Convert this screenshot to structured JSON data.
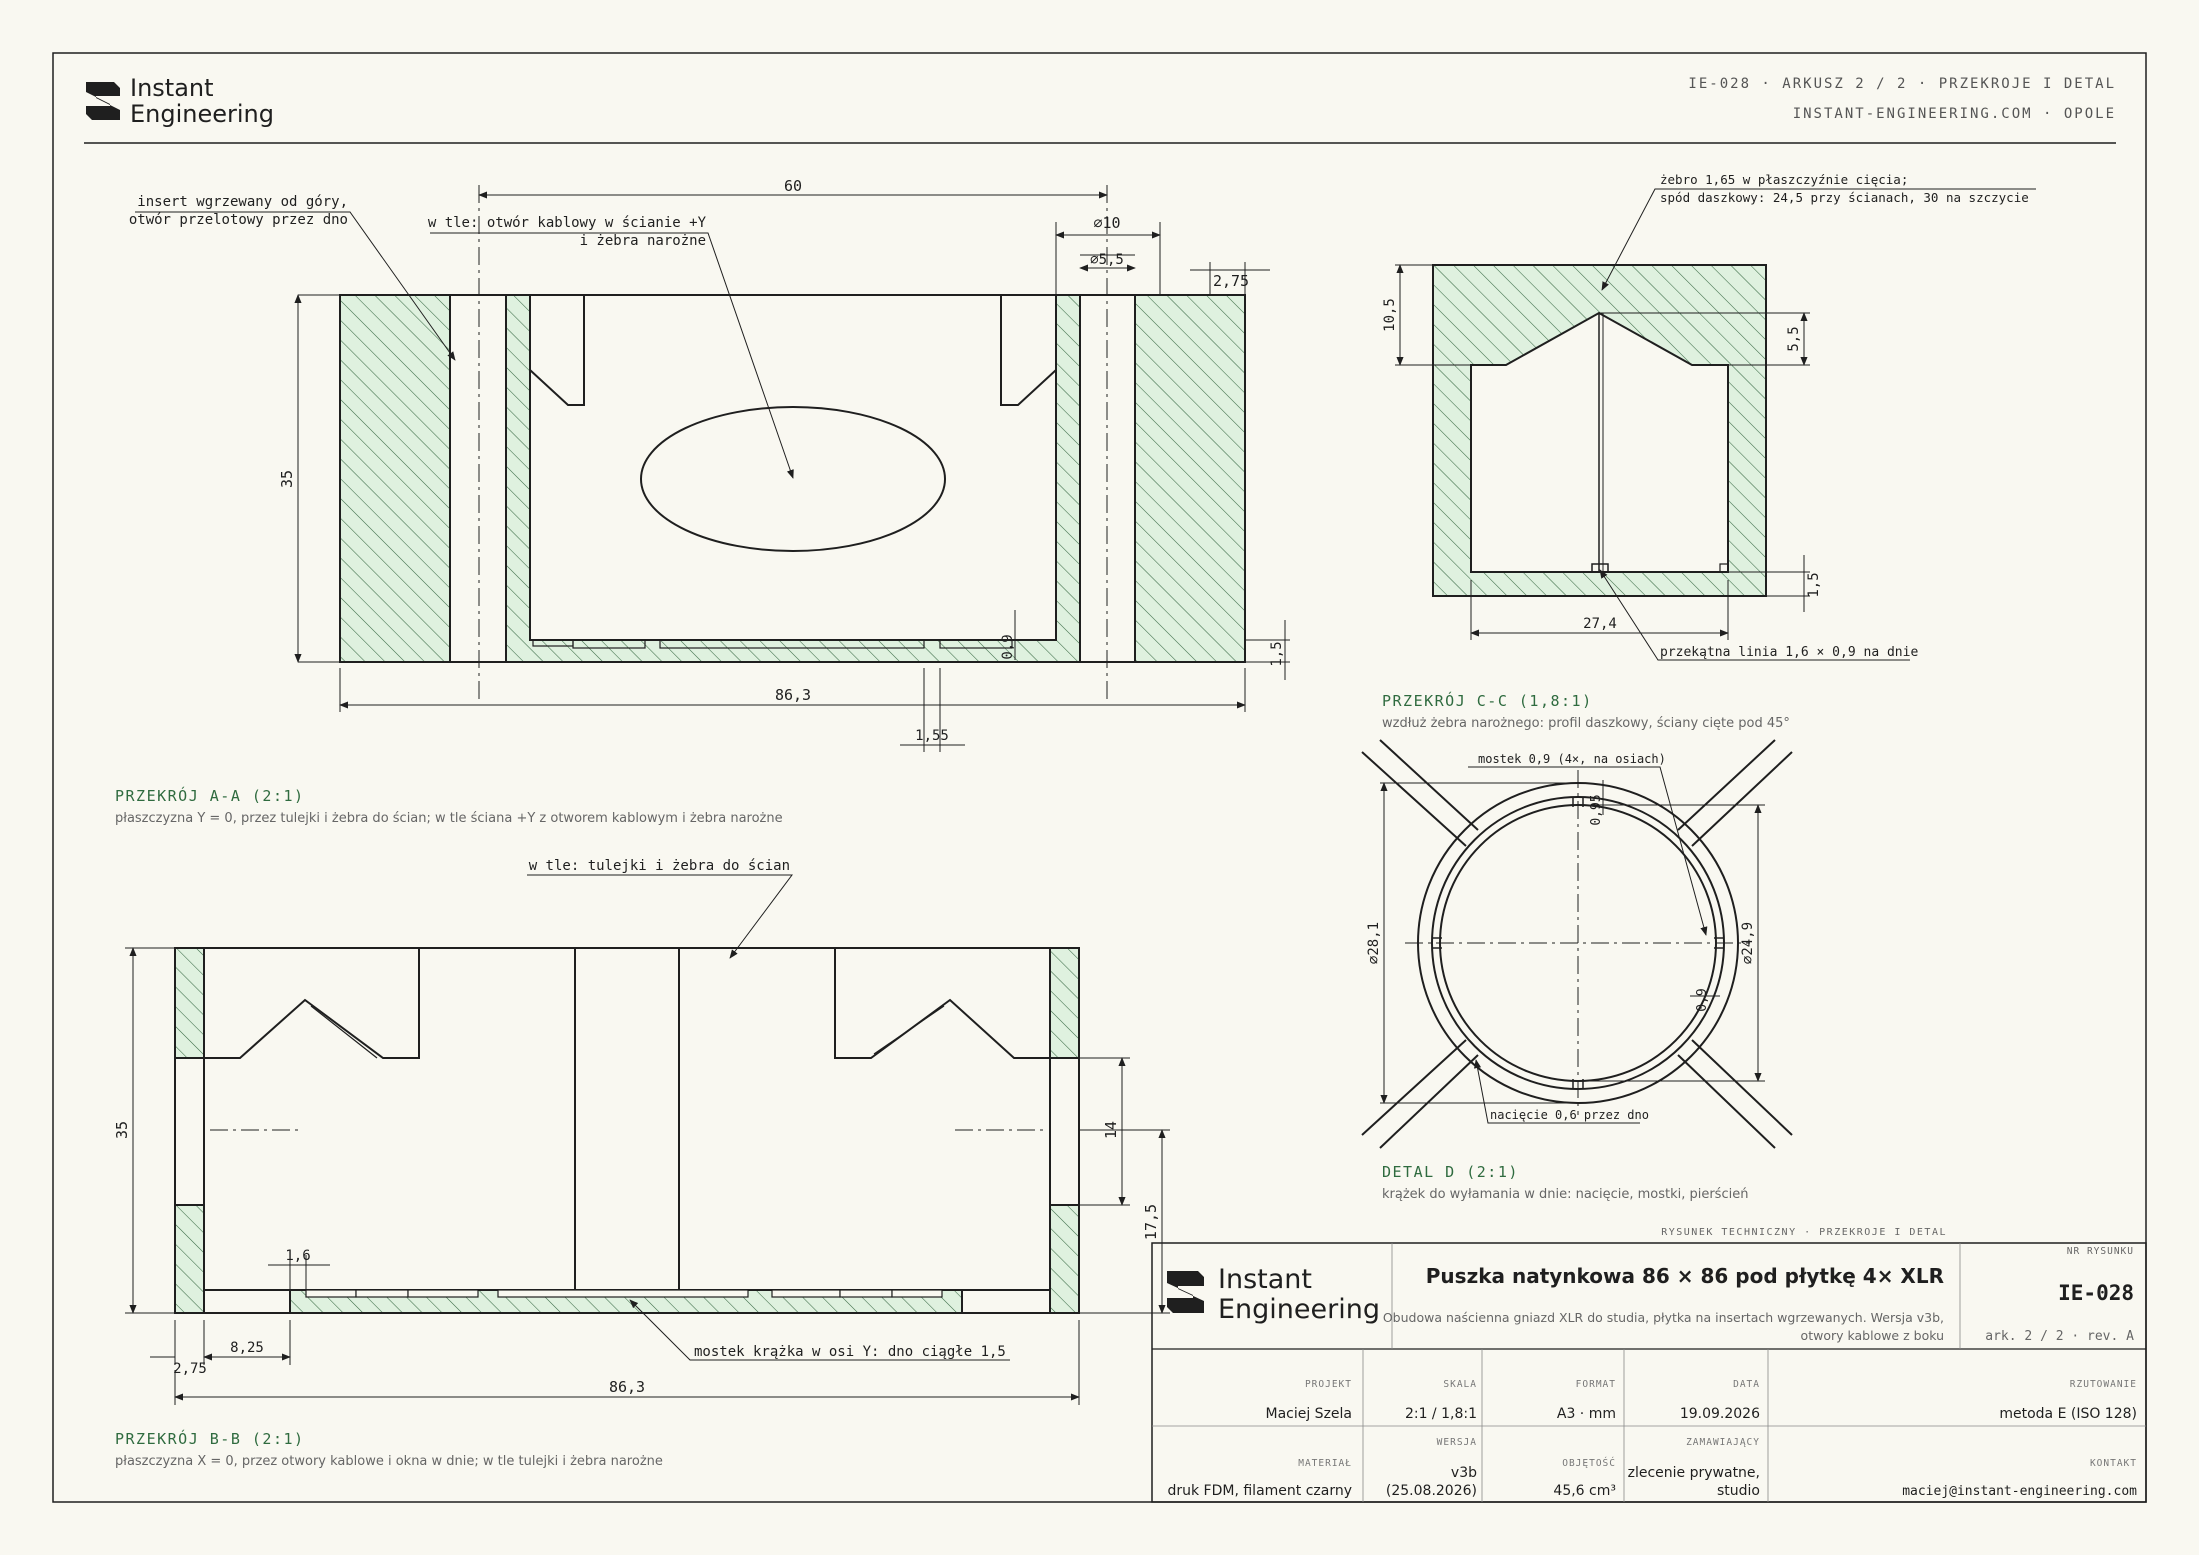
{
  "header": {
    "brand_line1": "Instant",
    "brand_line2": "Engineering",
    "sheet_ref": "IE-028 · ARKUSZ 2 / 2 · PRZEKROJE I DETAL",
    "site": "INSTANT-ENGINEERING.COM · OPOLE"
  },
  "section_aa": {
    "title": "PRZEKRÓJ A-A (2:1)",
    "subtitle": "płaszczyzna Y = 0, przez tulejki i żebra do ścian; w tle ściana +Y z otworem kablowym i żebra narożne",
    "note_insert_1": "insert wgrzewany od góry,",
    "note_insert_2": "otwór przelotowy przez dno",
    "note_bg_1": "w tle: otwór kablowy w ścianie +Y",
    "note_bg_2": "i żebra narożne",
    "dim_60": "60",
    "dim_d10": "⌀10",
    "dim_d55": "⌀5,5",
    "dim_275": "2,75",
    "dim_35": "35",
    "dim_09": "0,9",
    "dim_15": "1,5",
    "dim_863": "86,3",
    "dim_155": "1,55"
  },
  "section_cc": {
    "title": "PRZEKRÓJ C-C (1,8:1)",
    "subtitle": "wzdłuż żebra narożnego: profil daszkowy, ściany cięte pod 45°",
    "note_1": "żebro 1,65 w płaszczyźnie cięcia;",
    "note_2": "spód daszkowy: 24,5 przy ścianach, 30 na szczycie",
    "dim_105": "10,5",
    "dim_55": "5,5",
    "dim_15": "1,5",
    "dim_274": "27,4",
    "note_diag": "przekątna linia 1,6 × 0,9 na dnie"
  },
  "detail_d": {
    "title": "DETAL D (2:1)",
    "subtitle": "krążek do wyłamania w dnie: nacięcie, mostki, pierścień",
    "note_mostek": "mostek 0,9 (4×, na osiach)",
    "note_naciecie": "nacięcie 0,6 przez dno",
    "dim_281": "⌀28,1",
    "dim_249": "⌀24,9",
    "dim_095": "0,95",
    "dim_09": "0,9"
  },
  "section_bb": {
    "title": "PRZEKRÓJ B-B (2:1)",
    "subtitle": "płaszczyzna X = 0, przez otwory kablowe i okna w dnie; w tle tulejki i żebra narożne",
    "note_bg": "w tle: tulejki i żebra do ścian",
    "note_mostek": "mostek krążka w osi Y: dno ciągłe 1,5",
    "dim_35": "35",
    "dim_14": "14",
    "dim_175": "17,5",
    "dim_16": "1,6",
    "dim_825": "8,25",
    "dim_275": "2,75",
    "dim_863": "86,3"
  },
  "titleblock": {
    "caption": "RYSUNEK TECHNICZNY · PRZEKROJE I DETAL",
    "brand_line1": "Instant",
    "brand_line2": "Engineering",
    "title": "Puszka natynkowa 86 × 86 pod płytkę 4× XLR",
    "desc_1": "Obudowa naścienna gniazd XLR do studia, płytka na insertach wgrzewanych. Wersja v3b,",
    "desc_2": "otwory kablowe z boku",
    "drawing_no_label": "NR RYSUNKU",
    "drawing_no": "IE-028",
    "sheet_rev": "ark. 2 / 2 · rev. A",
    "projekt_label": "PROJEKT",
    "projekt": "Maciej Szela",
    "skala_label": "SKALA",
    "skala": "2:1 / 1,8:1",
    "format_label": "FORMAT",
    "format": "A3 · mm",
    "data_label": "DATA",
    "data": "19.09.2026",
    "rzut_label": "RZUTOWANIE",
    "rzut": "metoda E (ISO 128)",
    "material_label": "MATERIAŁ",
    "material": "druk FDM, filament czarny",
    "wersja_label": "WERSJA",
    "wersja_1": "v3b",
    "wersja_2": "(25.08.2026)",
    "objetosc_label": "OBJĘTOŚĆ",
    "objetosc": "45,6 cm³",
    "zamawiajacy_label": "ZAMAWIAJĄCY",
    "zamawiajacy_1": "zlecenie prywatne,",
    "zamawiajacy_2": "studio",
    "kontakt_label": "KONTAKT",
    "kontakt": "maciej@instant-engineering.com"
  },
  "colors": {
    "ink": "#1f1f1f",
    "hatch_fill": "#dff1df",
    "hatch_line": "#3a6b45",
    "title_green": "#2f6b3f",
    "paper": "#f9f8f1"
  }
}
